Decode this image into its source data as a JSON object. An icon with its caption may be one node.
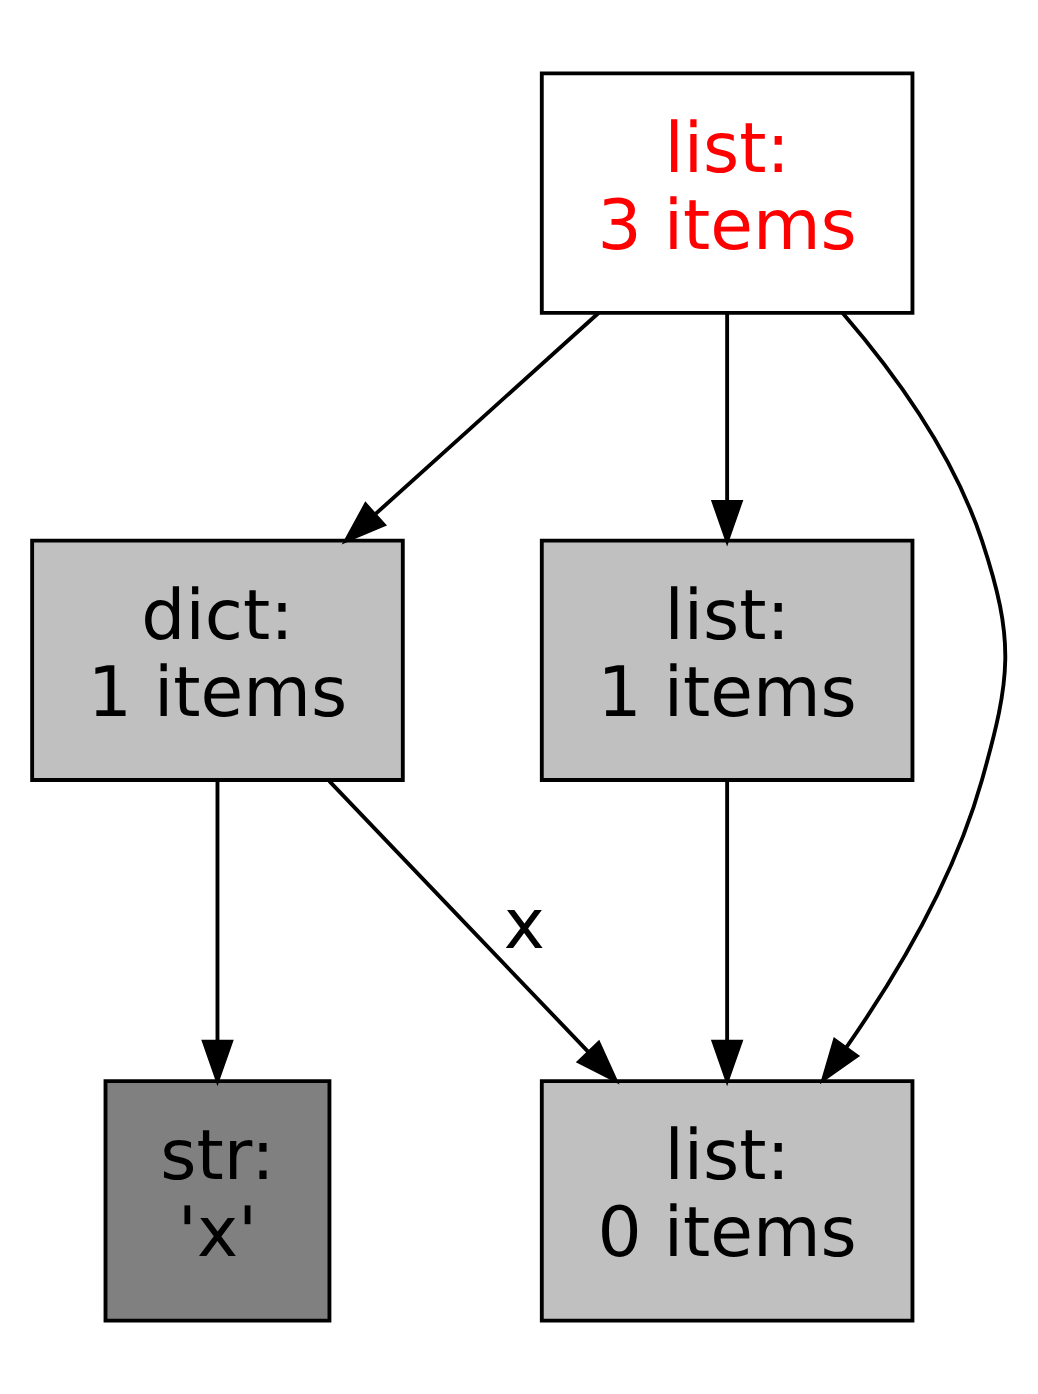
{
  "diagram": {
    "nodes": [
      {
        "text": [
          "list:",
          "3 items"
        ]
      },
      {
        "text": [
          "dict:",
          "1 items"
        ]
      },
      {
        "text": [
          "list:",
          "1 items"
        ]
      },
      {
        "text": [
          "str:",
          "'x'"
        ]
      },
      {
        "text": [
          "list:",
          "0 items"
        ]
      }
    ],
    "edges": [
      {
        "from": 0,
        "to": 1,
        "arrow": "to"
      },
      {
        "from": 0,
        "to": 2,
        "arrow": "to"
      },
      {
        "from": 0,
        "to": 4,
        "arrow": "to"
      },
      {
        "from": 1,
        "to": 3,
        "arrow": "to"
      },
      {
        "from": 1,
        "to": 4,
        "arrow": "to",
        "label": "x"
      },
      {
        "from": 2,
        "to": 4,
        "arrow": "to"
      }
    ]
  }
}
